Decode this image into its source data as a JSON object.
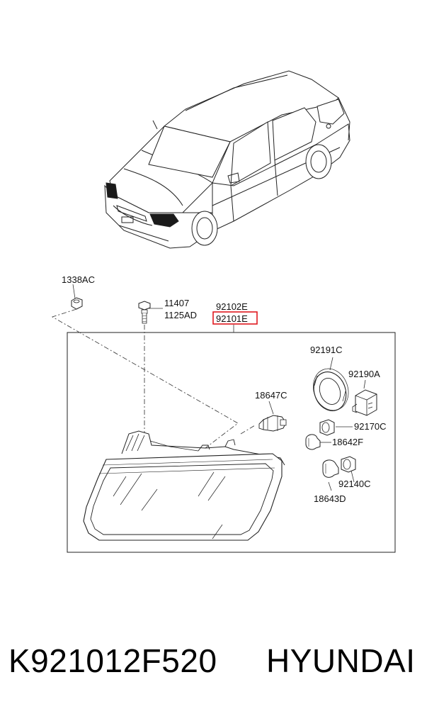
{
  "parts": {
    "p1338AC": "1338AC",
    "p11407": "11407",
    "p1125AD": "1125AD",
    "p92102E": "92102E",
    "p92101E": "92101E",
    "p92191C": "92191C",
    "p92190A": "92190A",
    "p18647C": "18647C",
    "p92170C": "92170C",
    "p18642F": "18642F",
    "p92140C": "92140C",
    "p18643D": "18643D"
  },
  "highlight_color": "#e0191f",
  "footer": {
    "part_number": "K921012F520",
    "brand": "HYUNDAI"
  }
}
